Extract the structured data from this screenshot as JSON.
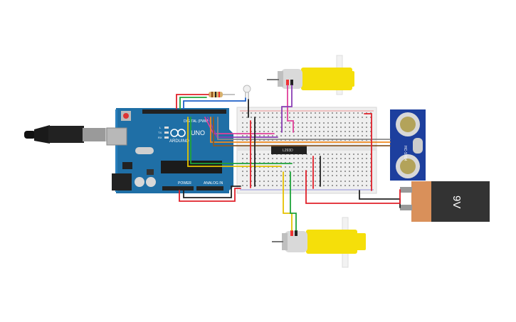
{
  "canvas": {
    "background": "#ffffff"
  },
  "arduino": {
    "brand": "ARDUINO",
    "model": "UNO",
    "digital_label": "DIGITAL (PWM~)",
    "power_label": "POWER",
    "analog_label": "ANALOG IN",
    "tx_label": "TX",
    "rx_label": "RX",
    "l_label": "L",
    "board_color": "#1f6fa6"
  },
  "driver_ic": {
    "label": "L293D"
  },
  "ultrasonic": {
    "label": "HC-SR04"
  },
  "battery": {
    "label": "9V",
    "body_color": "#333333",
    "cap_color": "#d9905a"
  },
  "motor": {
    "body_color": "#f5df0a"
  },
  "wire_colors": {
    "red": "#e0202a",
    "black": "#222222",
    "green": "#1ea33a",
    "blue": "#1f60c8",
    "yellow": "#e6c200",
    "orange": "#f08a1e",
    "purple": "#8a3fb5",
    "pink": "#e0409a",
    "gray": "#8a8a8a",
    "brown": "#8a5a2a"
  },
  "icons": [
    "usb-cable-icon",
    "reset-button-icon",
    "arduino-logo-icon",
    "led-icon",
    "resistor-icon"
  ]
}
